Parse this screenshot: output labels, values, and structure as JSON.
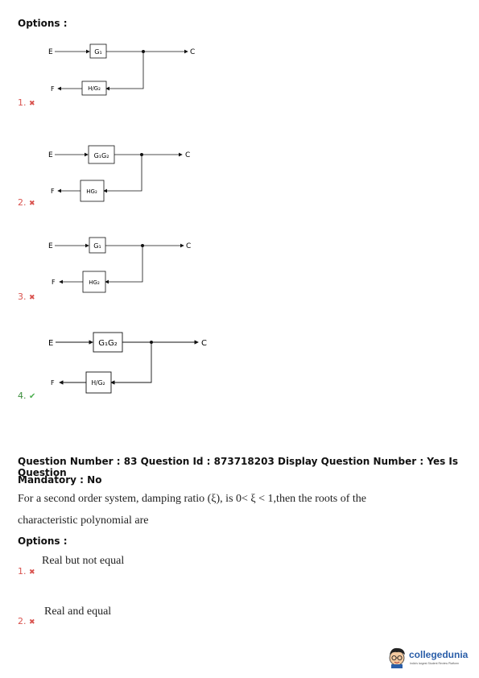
{
  "options_heading_1": "Options :",
  "diagram_options": [
    {
      "number": "1.",
      "status": "wrong",
      "input": "E",
      "feedback": "F",
      "output": "C",
      "forward_block": "G₁",
      "feedback_block": "H/G₂"
    },
    {
      "number": "2.",
      "status": "wrong",
      "input": "E",
      "feedback": "F",
      "output": "C",
      "forward_block": "G₁G₂",
      "feedback_block": "HG₂"
    },
    {
      "number": "3.",
      "status": "wrong",
      "input": "E",
      "feedback": "F",
      "output": "C",
      "forward_block": "G₁",
      "feedback_block": "HG₂"
    },
    {
      "number": "4.",
      "status": "correct",
      "input": "E",
      "feedback": "F",
      "output": "C",
      "forward_block": "G₁G₂",
      "feedback_block": "H/G₂"
    }
  ],
  "question_meta_line1": "Question Number : 83 Question Id : 873718203 Display Question Number : Yes Is Question",
  "question_meta_line2": "Mandatory : No",
  "question_text_line1": "For a second order system, damping ratio (ξ), is 0< ξ < 1,then the roots of the",
  "question_text_line2": "characteristic polynomial are",
  "options_heading_2": "Options :",
  "text_options": [
    {
      "number": "1.",
      "status": "wrong",
      "text": "Real but not equal"
    },
    {
      "number": "2.",
      "status": "wrong",
      "text": "Real and equal"
    }
  ],
  "marks": {
    "wrong": "✖",
    "correct": "✔"
  },
  "logo": {
    "name": "collegedunia",
    "tagline": "India's largest Student Review Platform"
  },
  "colors": {
    "wrong": "#d9534f",
    "correct": "#4caf50",
    "brand": "#2a5ea8"
  }
}
